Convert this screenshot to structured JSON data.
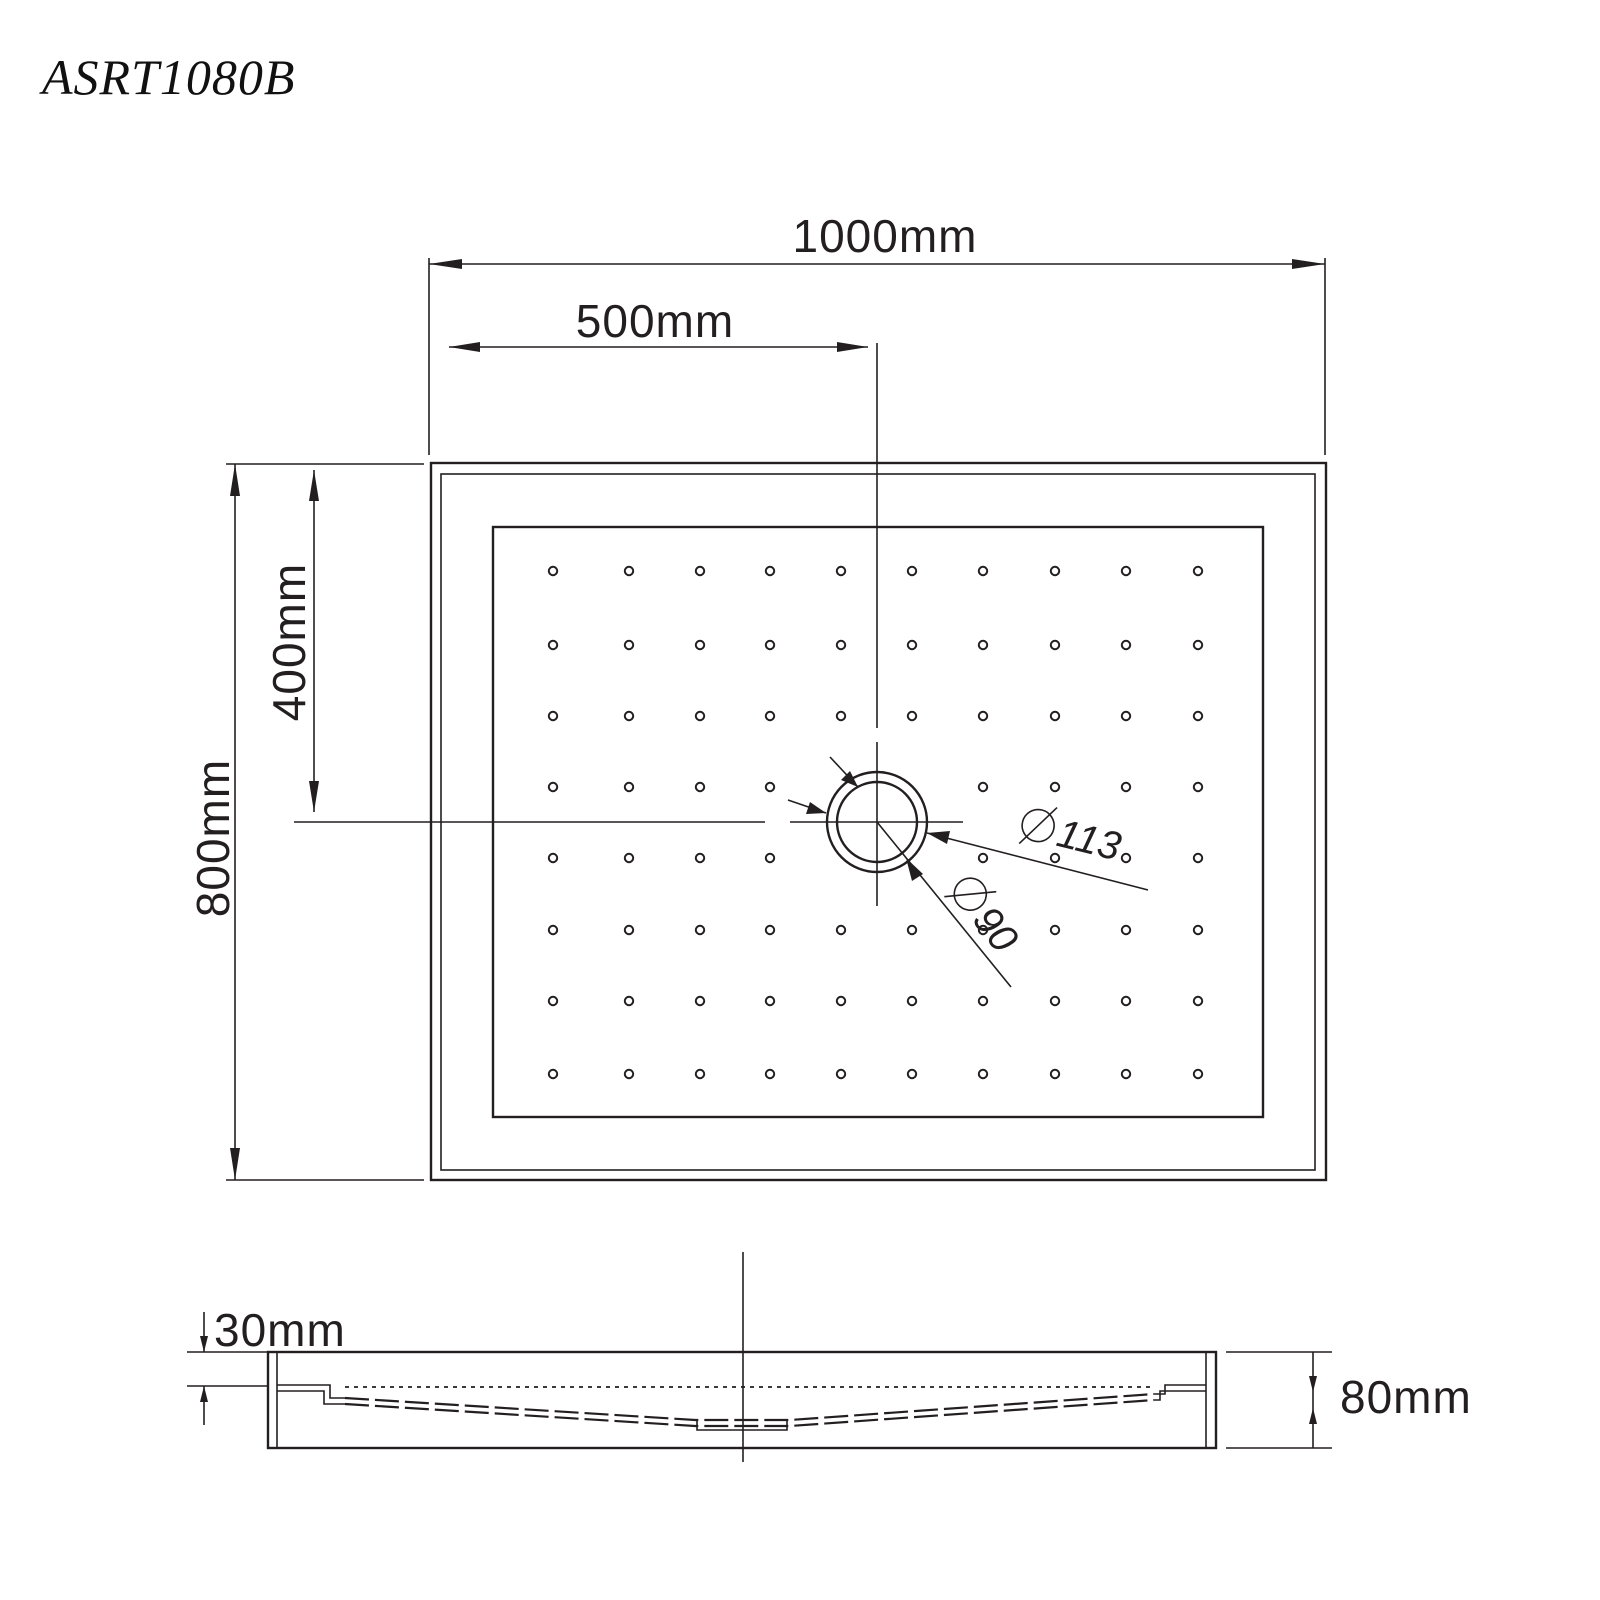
{
  "title": "ASRT1080B",
  "dimensions": {
    "overall_width": "1000mm",
    "waste_offset_x": "500mm",
    "overall_depth": "800mm",
    "waste_offset_y": "400mm",
    "rim_height": "30mm",
    "total_height": "80mm"
  },
  "waste": {
    "outer_diameter_label": "113",
    "inner_diameter_label": "90"
  },
  "dot_grid": {
    "rows": 8,
    "columns": 10
  }
}
